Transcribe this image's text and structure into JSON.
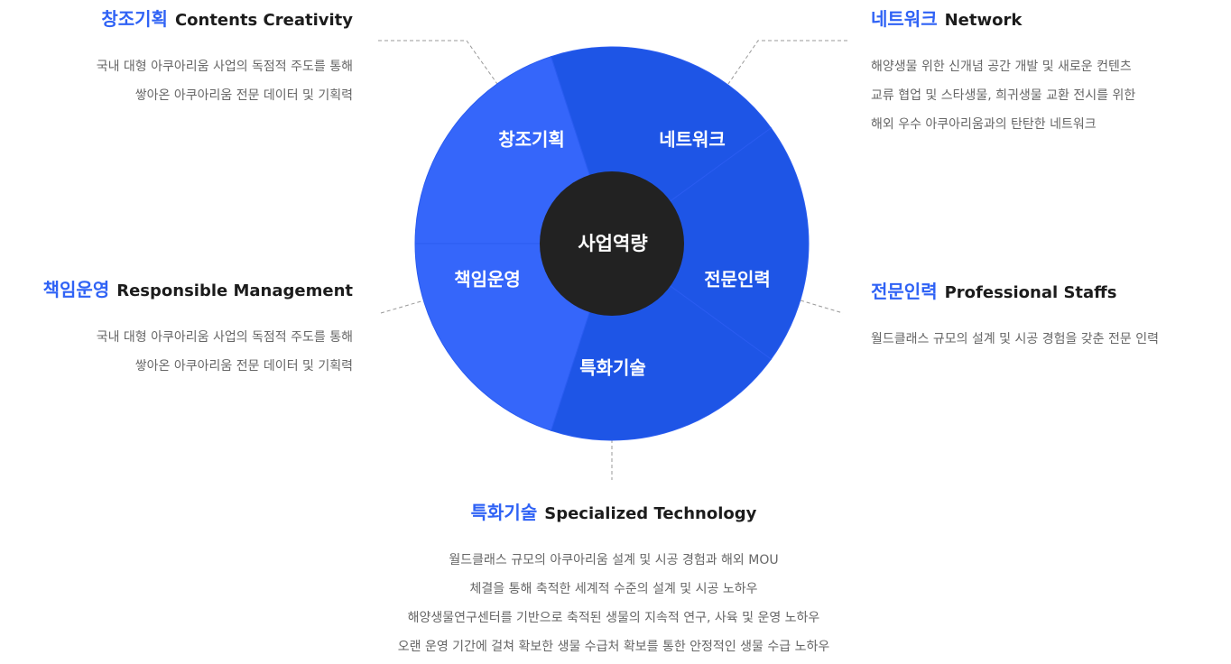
{
  "center": {
    "label": "사업역량"
  },
  "colors": {
    "accent": "#2f62f5",
    "segment_light": "#3566fa",
    "segment_dark": "#1e55e6",
    "center": "#222222",
    "title_text": "#1c1c1c",
    "desc_text": "#666666",
    "leader_line": "#999999"
  },
  "segments": [
    {
      "label": "창조기획"
    },
    {
      "label": "네트워크"
    },
    {
      "label": "전문인력"
    },
    {
      "label": "특화기술"
    },
    {
      "label": "책임운영"
    }
  ],
  "blocks": {
    "contents_creativity": {
      "ko": "창조기획",
      "en": "Contents Creativity",
      "lines": [
        "국내 대형 아쿠아리움 사업의 독점적 주도를 통해",
        "쌓아온 아쿠아리움 전문 데이터 및 기획력"
      ]
    },
    "network": {
      "ko": "네트워크",
      "en": "Network",
      "lines": [
        "해양생물 위한 신개념 공간 개발 및 새로운 컨텐츠",
        "교류 협업 및 스타생물, 희귀생물 교환 전시를 위한",
        "해외 우수 아쿠아리움과의 탄탄한 네트워크"
      ]
    },
    "responsible_management": {
      "ko": "책임운영",
      "en": "Responsible Management",
      "lines": [
        "국내 대형 아쿠아리움 사업의 독점적 주도를 통해",
        "쌓아온 아쿠아리움 전문 데이터 및 기획력"
      ]
    },
    "professional_staffs": {
      "ko": "전문인력",
      "en": "Professional Staffs",
      "lines": [
        "월드클래스 규모의 설계 및 시공 경험을 갖춘 전문 인력"
      ]
    },
    "specialized_technology": {
      "ko": "특화기술",
      "en": "Specialized Technology",
      "lines": [
        "월드클래스 규모의 아쿠아리움 설계 및 시공 경험과 해외 MOU",
        "체결을 통해 축적한 세계적 수준의 설계 및 시공 노하우",
        "해양생물연구센터를 기반으로 축적된 생물의 지속적 연구, 사육 및 운영 노하우",
        "오랜 운영 기간에 걸쳐 확보한 생물 수급처 확보를 통한 안정적인 생물 수급 노하우"
      ]
    }
  }
}
